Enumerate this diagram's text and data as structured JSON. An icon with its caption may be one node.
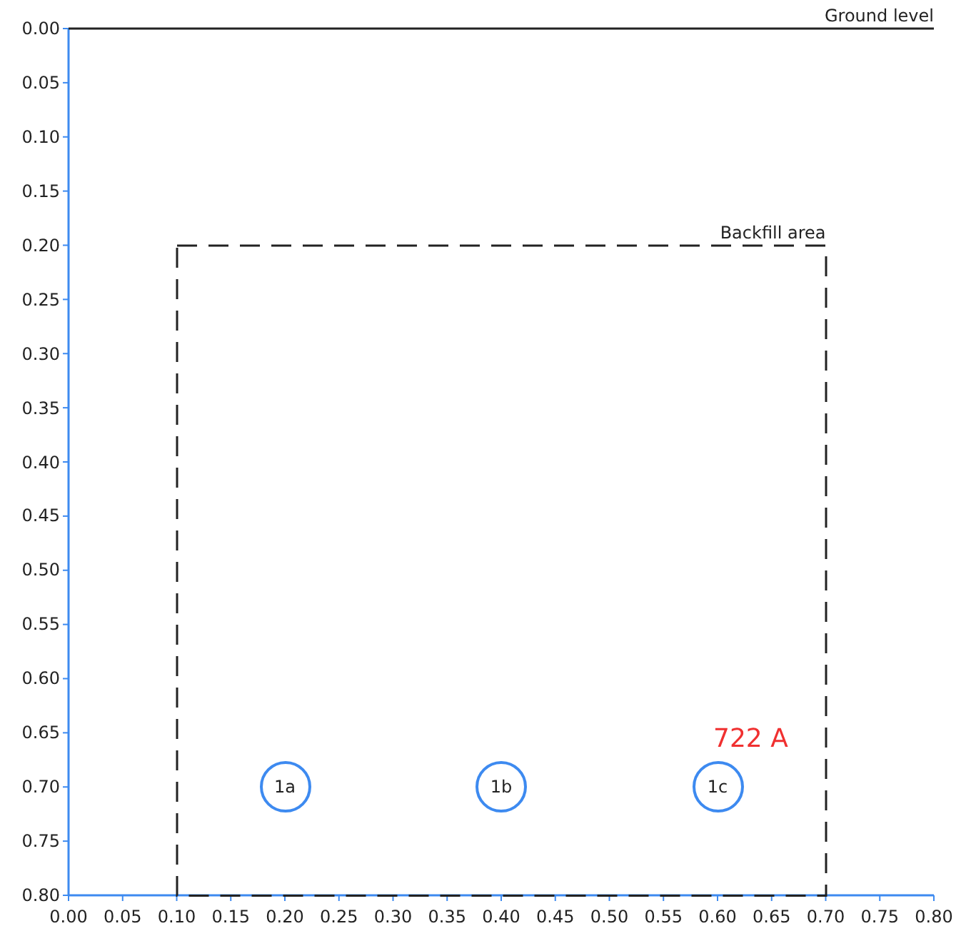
{
  "diagram": {
    "nodes": [
      {
        "text": [
          "Backfill area"
        ]
      },
      {
        "text": [
          "1a"
        ],
        "in": 0
      },
      {
        "text": [
          "1b"
        ],
        "in": 0
      },
      {
        "text": [
          "1c"
        ],
        "in": 0
      }
    ],
    "labels": [
      "Ground level",
      "722 A",
      "0.00",
      "0.05",
      "0.10",
      "0.15",
      "0.20",
      "0.25",
      "0.30",
      "0.35",
      "0.40",
      "0.45",
      "0.50",
      "0.55",
      "0.60",
      "0.65",
      "0.70",
      "0.75",
      "0.80",
      "0.00",
      "0.05",
      "0.10",
      "0.15",
      "0.20",
      "0.25",
      "0.30",
      "0.35",
      "0.40",
      "0.45",
      "0.50",
      "0.55",
      "0.60",
      "0.65",
      "0.70",
      "0.75",
      "0.80"
    ]
  }
}
